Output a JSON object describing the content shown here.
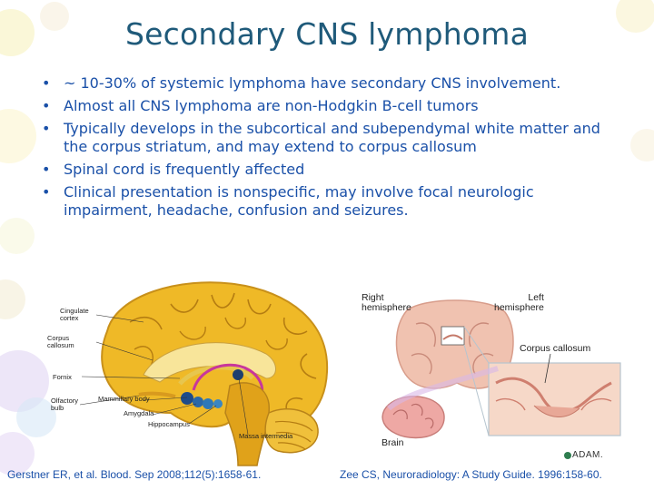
{
  "slide": {
    "title": "Secondary CNS lymphoma",
    "bullets": [
      "~ 10-30% of systemic lymphoma have secondary CNS involvement.",
      "Almost all CNS lymphoma are non-Hodgkin B-cell tumors",
      "Typically develops in the subcortical and subependymal white matter and the corpus striatum, and may extend to corpus callosum",
      "Spinal cord is frequently affected",
      "Clinical presentation is nonspecific, may involve focal neurologic impairment, headache, confusion and seizures."
    ]
  },
  "figure_left": {
    "labels": {
      "cingulate": "Cingulate\ncortex",
      "corpus_callosum": "Corpus\ncallosum",
      "fornix": "Fornix",
      "olfactory": "Olfactory\nbulb",
      "mammillary": "Mammillary body",
      "amygdala": "Amygdala",
      "hippocampus": "Hippocampus",
      "massa": "Massa intermedia"
    }
  },
  "figure_right": {
    "labels": {
      "right_hemisphere": "Right\nhemisphere",
      "left_hemisphere": "Left\nhemisphere",
      "corpus_callosum": "Corpus callosum",
      "brain": "Brain"
    },
    "credit": "ADAM."
  },
  "citations": {
    "left": "Gerstner ER, et al. Blood. Sep 2008;112(5):1658-61.",
    "right": "Zee CS, Neuroradiology: A Study Guide. 1996:158-60."
  },
  "colors": {
    "title": "#1f5a7a",
    "text": "#1a50a8",
    "brain_gold": "#e9b21e",
    "brain_pink": "#e9a6a0"
  }
}
